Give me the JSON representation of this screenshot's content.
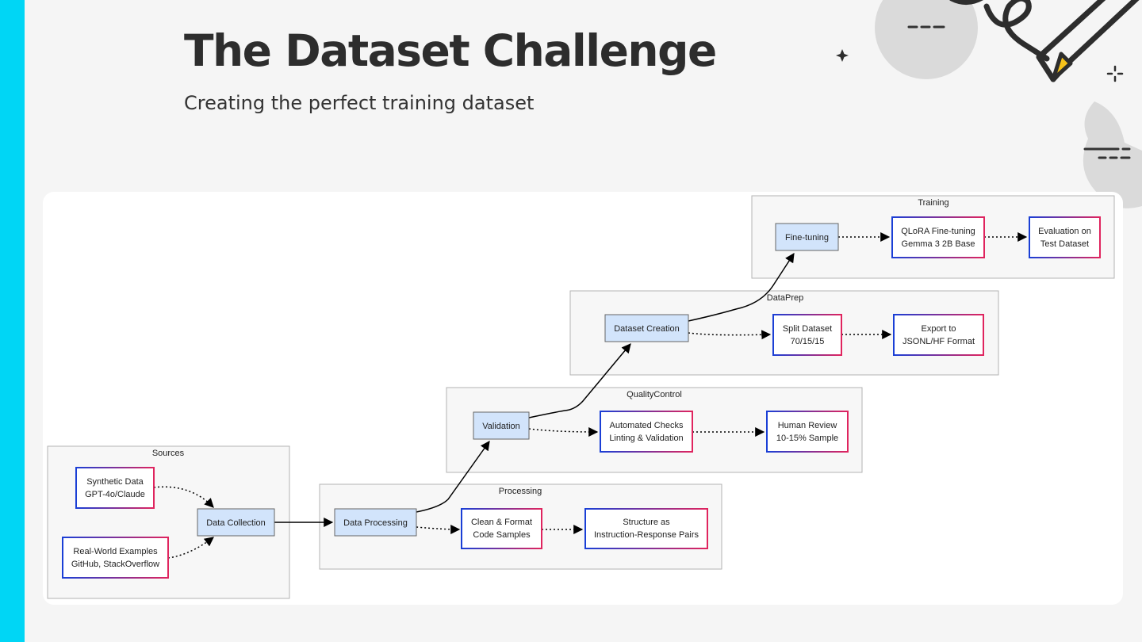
{
  "slide": {
    "title": "The Dataset Challenge",
    "subtitle": "Creating the perfect training dataset",
    "accent_color": "#00d6f5"
  },
  "diagram": {
    "groups": {
      "sources": "Sources",
      "processing": "Processing",
      "quality": "QualityControl",
      "dataprep": "DataPrep",
      "training": "Training"
    },
    "nodes": {
      "synthetic": [
        "Synthetic Data",
        "GPT-4o/Claude"
      ],
      "realworld": [
        "Real-World Examples",
        "GitHub, StackOverflow"
      ],
      "collection": [
        "Data Collection"
      ],
      "processing": [
        "Data Processing"
      ],
      "clean": [
        "Clean & Format",
        "Code Samples"
      ],
      "structure": [
        "Structure as",
        "Instruction-Response Pairs"
      ],
      "validation": [
        "Validation"
      ],
      "automated": [
        "Automated Checks",
        "Linting & Validation"
      ],
      "human": [
        "Human Review",
        "10-15% Sample"
      ],
      "creation": [
        "Dataset Creation"
      ],
      "split": [
        "Split Dataset",
        "70/15/15"
      ],
      "export": [
        "Export to",
        "JSONL/HF Format"
      ],
      "finetune": [
        "Fine-tuning"
      ],
      "qlora": [
        "QLoRA Fine-tuning",
        "Gemma 3 2B Base"
      ],
      "evaluation": [
        "Evaluation on",
        "Test Dataset"
      ]
    },
    "colors": {
      "primary_fill": "#d2e4fb",
      "group_fill": "#f7f7f7",
      "gradient_start": "#1a3fd6",
      "gradient_end": "#e0245e"
    }
  },
  "icons": [
    "sparkle-icon",
    "pencil-icon",
    "speech-bubble-icon",
    "dash-lines-icon"
  ]
}
